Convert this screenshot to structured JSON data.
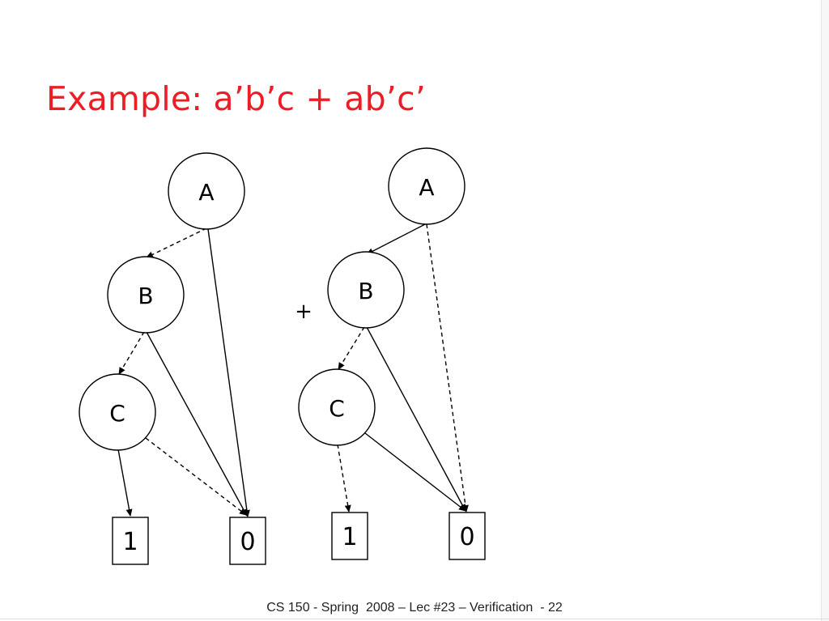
{
  "slide": {
    "title": "Example: a’b’c + ab’c’",
    "footer": "CS 150 - Spring  2008 – Lec #23 – Verification  - 22",
    "title_color": "#ee1c25"
  },
  "diagram": {
    "operator": "+",
    "left_bdd": {
      "nodes": [
        {
          "id": "A",
          "label": "A"
        },
        {
          "id": "B",
          "label": "B"
        },
        {
          "id": "C",
          "label": "C"
        }
      ],
      "terminals": [
        {
          "id": "T1",
          "label": "1"
        },
        {
          "id": "T0",
          "label": "0"
        }
      ],
      "edges": [
        {
          "from": "A",
          "to": "B",
          "style": "dashed"
        },
        {
          "from": "A",
          "to": "T0",
          "style": "solid"
        },
        {
          "from": "B",
          "to": "C",
          "style": "dashed"
        },
        {
          "from": "B",
          "to": "T0",
          "style": "solid"
        },
        {
          "from": "C",
          "to": "T1",
          "style": "solid"
        },
        {
          "from": "C",
          "to": "T0",
          "style": "dashed"
        }
      ]
    },
    "right_bdd": {
      "nodes": [
        {
          "id": "A",
          "label": "A"
        },
        {
          "id": "B",
          "label": "B"
        },
        {
          "id": "C",
          "label": "C"
        }
      ],
      "terminals": [
        {
          "id": "T1",
          "label": "1"
        },
        {
          "id": "T0",
          "label": "0"
        }
      ],
      "edges": [
        {
          "from": "A",
          "to": "B",
          "style": "solid"
        },
        {
          "from": "A",
          "to": "T0",
          "style": "dashed"
        },
        {
          "from": "B",
          "to": "C",
          "style": "dashed"
        },
        {
          "from": "B",
          "to": "T0",
          "style": "solid"
        },
        {
          "from": "C",
          "to": "T1",
          "style": "dashed"
        },
        {
          "from": "C",
          "to": "T0",
          "style": "solid"
        }
      ]
    }
  }
}
